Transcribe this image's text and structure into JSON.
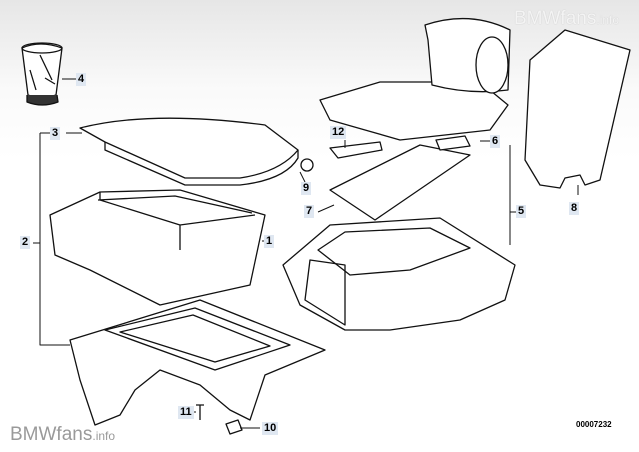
{
  "watermark": {
    "brand": "BMWfans",
    "suffix": ".info"
  },
  "diagram_code": "00007232",
  "callouts": [
    "1",
    "2",
    "3",
    "4",
    "5",
    "6",
    "7",
    "8",
    "9",
    "10",
    "11",
    "12"
  ]
}
